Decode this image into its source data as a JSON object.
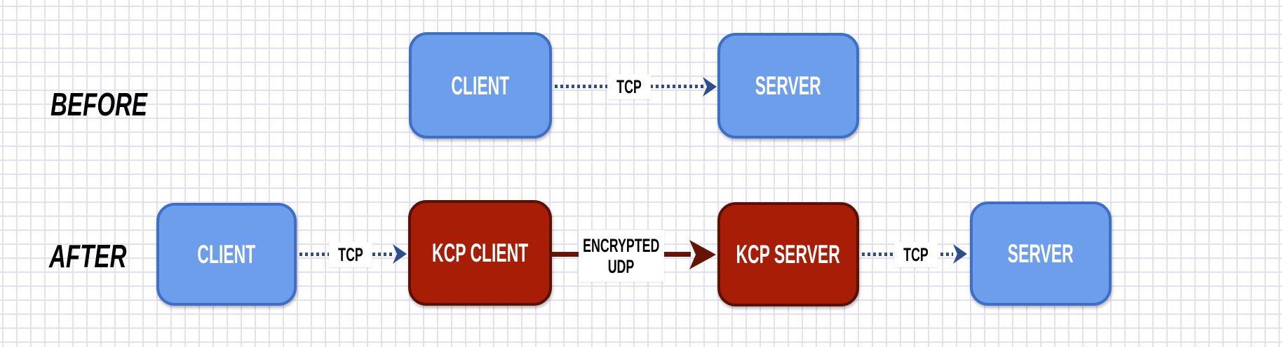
{
  "rows": {
    "before": {
      "label": "BEFORE",
      "nodes": {
        "client": "CLIENT",
        "server": "SERVER"
      },
      "links": {
        "tcp": "TCP"
      }
    },
    "after": {
      "label": "AFTER",
      "nodes": {
        "client": "CLIENT",
        "kcp_client": "KCP CLIENT",
        "kcp_server": "KCP SERVER",
        "server": "SERVER"
      },
      "links": {
        "tcp_left": "TCP",
        "udp_line1": "ENCRYPTED",
        "udp_line2": "UDP",
        "tcp_right": "TCP"
      }
    }
  },
  "colors": {
    "node_blue_fill": "#6D9EEB",
    "node_blue_border": "#3D6FC8",
    "node_red_fill": "#A71D05",
    "node_red_border": "#5B1100",
    "tcp_arrow": "#2E4D8B",
    "udp_arrow": "#641505",
    "node_text": "#FFFFFF",
    "label_text": "#000000",
    "grid_line": "#E4E0F4"
  }
}
